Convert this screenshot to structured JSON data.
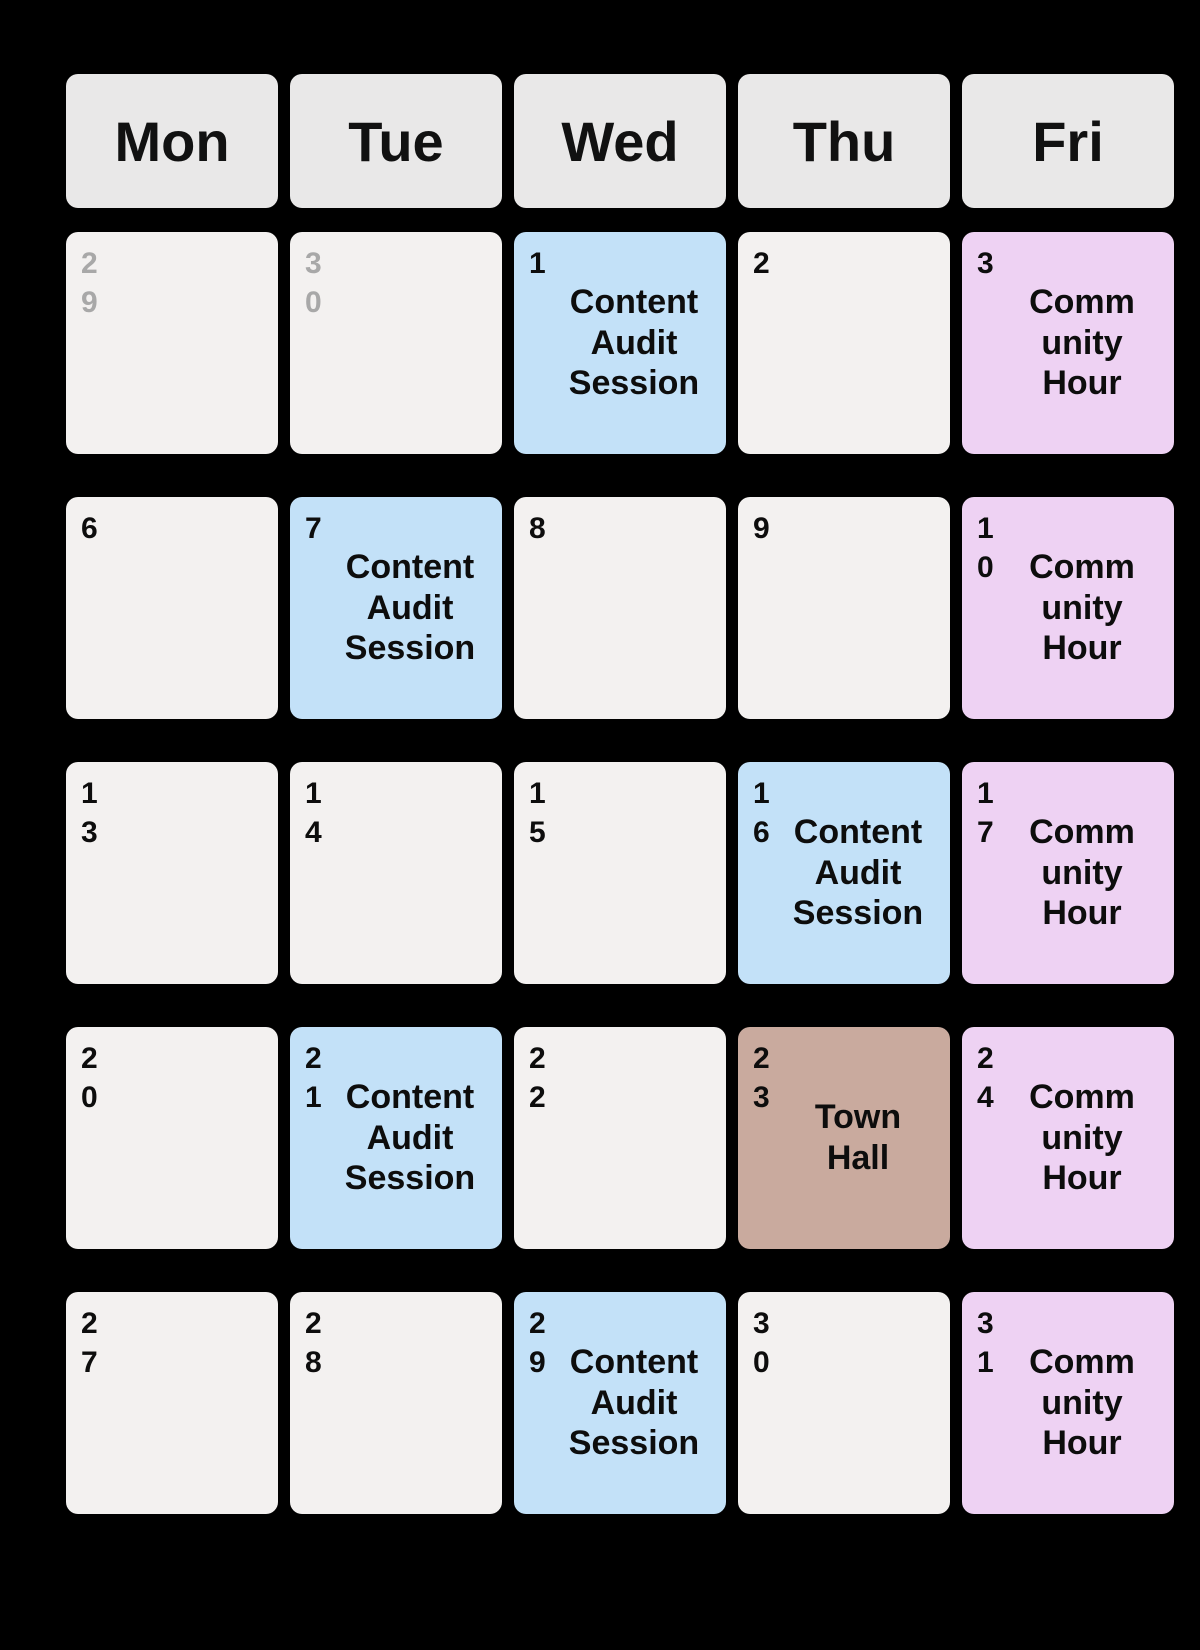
{
  "colors": {
    "background": "#000000",
    "header_cell": "#e9e8e8",
    "day_cell": "#f3f1f0",
    "day_number": "#0d0d0d",
    "day_number_muted": "#a8a8a8",
    "event_audit": "#c3e1f8",
    "event_community": "#eed2f3",
    "event_townhall": "#c9aa9e"
  },
  "weekdays": [
    "Mon",
    "Tue",
    "Wed",
    "Thu",
    "Fri"
  ],
  "event_titles": {
    "audit": "Content Audit Session",
    "community": "Community Hour",
    "townhall": "Town Hall"
  },
  "weeks": [
    [
      {
        "day": "29",
        "muted": true
      },
      {
        "day": "30",
        "muted": true
      },
      {
        "day": "1",
        "event": {
          "title": "Content Audit Session",
          "type": "audit"
        }
      },
      {
        "day": "2"
      },
      {
        "day": "3",
        "event": {
          "title": "Community Hour",
          "type": "community"
        }
      }
    ],
    [
      {
        "day": "6"
      },
      {
        "day": "7",
        "event": {
          "title": "Content Audit Session",
          "type": "audit"
        }
      },
      {
        "day": "8"
      },
      {
        "day": "9"
      },
      {
        "day": "10",
        "event": {
          "title": "Community Hour",
          "type": "community"
        }
      }
    ],
    [
      {
        "day": "13"
      },
      {
        "day": "14"
      },
      {
        "day": "15"
      },
      {
        "day": "16",
        "event": {
          "title": "Content Audit Session",
          "type": "audit"
        }
      },
      {
        "day": "17",
        "event": {
          "title": "Community Hour",
          "type": "community"
        }
      }
    ],
    [
      {
        "day": "20"
      },
      {
        "day": "21",
        "event": {
          "title": "Content Audit Session",
          "type": "audit"
        }
      },
      {
        "day": "22"
      },
      {
        "day": "23",
        "event": {
          "title": "Town Hall",
          "type": "townhall"
        }
      },
      {
        "day": "24",
        "event": {
          "title": "Community Hour",
          "type": "community"
        }
      }
    ],
    [
      {
        "day": "27"
      },
      {
        "day": "28"
      },
      {
        "day": "29",
        "event": {
          "title": "Content Audit Session",
          "type": "audit"
        }
      },
      {
        "day": "30"
      },
      {
        "day": "31",
        "event": {
          "title": "Community Hour",
          "type": "community"
        }
      }
    ]
  ]
}
